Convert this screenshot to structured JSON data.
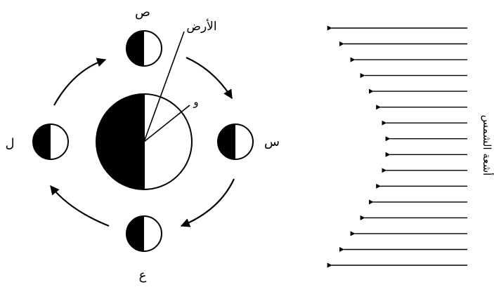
{
  "labels": {
    "earth": "الأرض",
    "angle": "و",
    "moon_top": "ص",
    "moon_right": "س",
    "moon_bottom": "ع",
    "moon_left": "ل",
    "sun_rays": "أشعة الشمس"
  },
  "colors": {
    "stroke": "#000000",
    "shade": "#000000",
    "lit": "#ffffff"
  },
  "sun_ray_count": 16,
  "orbit_direction": "clockwise",
  "icons": {
    "earth": "earth-half-shaded",
    "moon": "moon-half-shaded",
    "ray": "arrow-left"
  }
}
